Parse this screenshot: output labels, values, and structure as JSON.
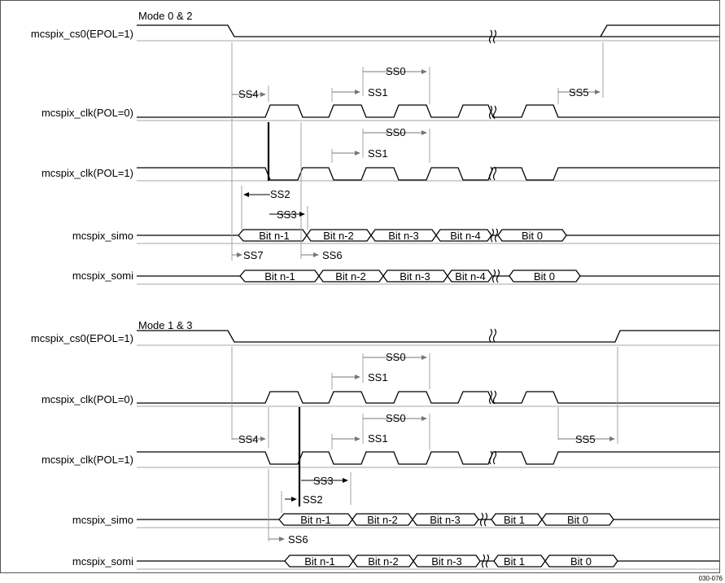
{
  "sections": [
    {
      "title": "Mode 0 & 2",
      "signals": [
        "mcspix_cs0(EPOL=1)",
        "mcspix_clk(POL=0)",
        "mcspix_clk(POL=1)",
        "mcspix_simo",
        "mcspix_somi"
      ],
      "timing_labels": [
        "SS4",
        "SS0",
        "SS1",
        "SS5",
        "SS0",
        "SS1",
        "SS2",
        "SS3",
        "SS7",
        "SS6"
      ],
      "simo_bits": [
        "Bit n-1",
        "Bit n-2",
        "Bit n-3",
        "Bit n-4",
        "Bit 0"
      ],
      "somi_bits": [
        "Bit n-1",
        "Bit n-2",
        "Bit n-3",
        "Bit n-4",
        "Bit 0"
      ]
    },
    {
      "title": "Mode 1 & 3",
      "signals": [
        "mcspix_cs0(EPOL=1)",
        "mcspix_clk(POL=0)",
        "mcspix_clk(POL=1)",
        "mcspix_simo",
        "mcspix_somi"
      ],
      "timing_labels": [
        "SS0",
        "SS1",
        "SS4",
        "SS0",
        "SS1",
        "SS5",
        "SS3",
        "SS2",
        "SS6"
      ],
      "simo_bits": [
        "Bit n-1",
        "Bit n-2",
        "Bit n-3",
        "Bit 1",
        "Bit 0"
      ],
      "somi_bits": [
        "Bit n-1",
        "Bit n-2",
        "Bit n-3",
        "Bit 1",
        "Bit 0"
      ]
    }
  ],
  "figure_id": "030-076"
}
